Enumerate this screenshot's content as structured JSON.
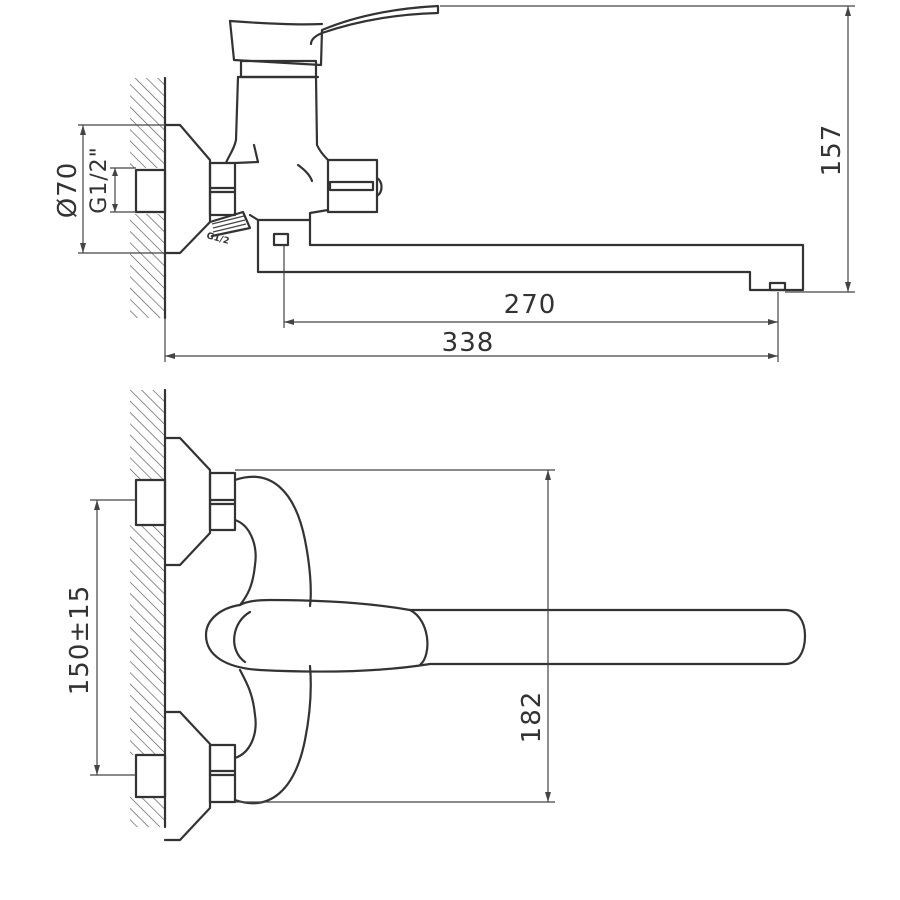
{
  "drawing": {
    "side_view": {
      "height_label": "157",
      "reach_label": "270",
      "overall_length_label": "338",
      "escutcheon_diameter_label": "Ø70",
      "thread_label": "G1/2\"",
      "small_thread_label": "G1/2"
    },
    "top_view": {
      "center_distance_label": "150±15",
      "depth_label": "182"
    },
    "line_color": "#333333"
  }
}
